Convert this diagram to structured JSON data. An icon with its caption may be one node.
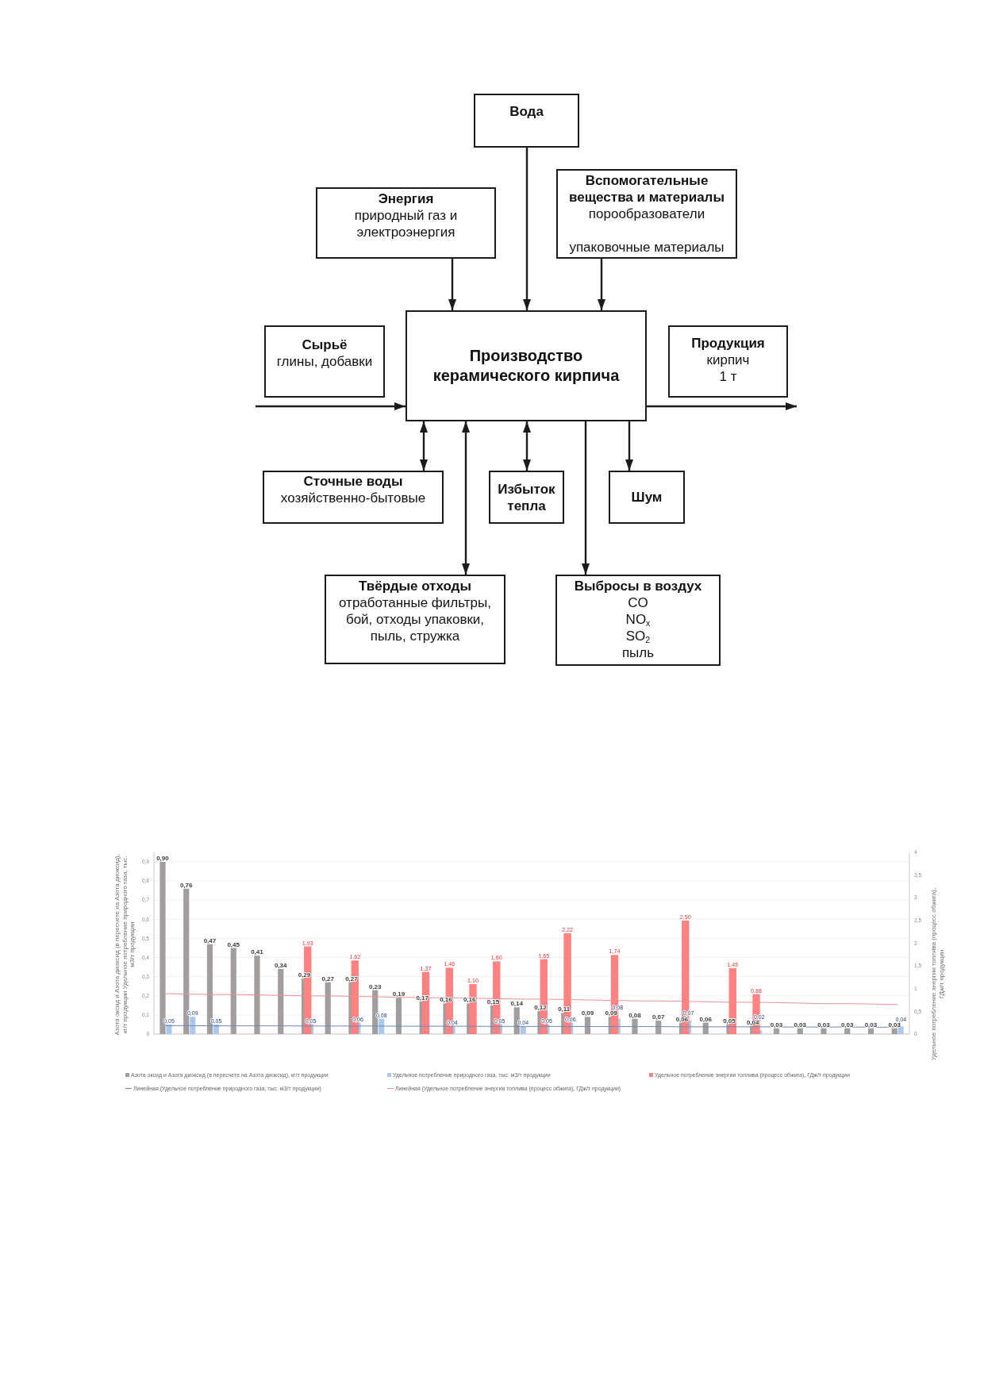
{
  "diagram": {
    "nodes": [
      {
        "text": [
          "Вода"
        ]
      },
      {
        "text": [
          "Энергия",
          "природный газ и электроэнергия"
        ]
      },
      {
        "text": [
          "Вспомогательные вещества и материалы",
          "порообразователи",
          "упаковочные материалы"
        ]
      },
      {
        "text": [
          "Сырьё",
          "глины, добавки"
        ]
      },
      {
        "text": [
          "Производство керамического кирпича"
        ]
      },
      {
        "text": [
          "Продукция",
          "кирпич 1 т"
        ]
      },
      {
        "text": [
          "Сточные воды",
          "хозяйственно-бытовые"
        ]
      },
      {
        "text": [
          "Избыток тепла"
        ]
      },
      {
        "text": [
          "Шум"
        ]
      },
      {
        "text": [
          "Твёрдые отходы",
          "отработанные фильтры, бой, отходы упаковки, пыль, стружка"
        ]
      },
      {
        "text": [
          "Выбросы в воздух",
          "CO",
          "NO$_{x}$",
          "SO$_{2}$",
          "пыль"
        ]
      }
    ],
    "edges": [
      {
        "from": 0,
        "to": 4,
        "arrow": "to"
      },
      {
        "from": 1,
        "to": 4,
        "arrow": "to"
      },
      {
        "from": 2,
        "to": 4,
        "arrow": "to"
      },
      {
        "from": 3,
        "to": 4,
        "arrow": "to"
      },
      {
        "from": 4,
        "to": 5,
        "arrow": "to"
      },
      {
        "from": 4,
        "to": 6,
        "arrow": "both"
      },
      {
        "from": 4,
        "to": 9,
        "arrow": "both"
      },
      {
        "from": 4,
        "to": 7,
        "arrow": "both"
      },
      {
        "from": 4,
        "to": 10,
        "arrow": "to"
      },
      {
        "from": 4,
        "to": 8,
        "arrow": "to"
      }
    ],
    "chart_data": {
      "type": "bar",
      "grid": true,
      "legend": "bottom",
      "ylabel": "Азота оксид и Азота диоксид (в пересчете на Азота диоксид), кг/т продукции Удельное потребление природного газа, тыс. м3/т продукции",
      "ylim": [
        0,
        0.95
      ],
      "yticks": [
        0,
        {
          "value": 0.1,
          "label": "0,1"
        },
        {
          "value": 0.2,
          "label": "0,2"
        },
        {
          "value": 0.3,
          "label": "0,3"
        },
        {
          "value": 0.4,
          "label": "0,4"
        },
        {
          "value": 0.5,
          "label": "0,5"
        },
        {
          "value": 0.6,
          "label": "0,6"
        },
        {
          "value": 0.7,
          "label": "0,7"
        },
        {
          "value": 0.8,
          "label": "0,8"
        },
        {
          "value": 0.9,
          "label": "0,9"
        }
      ],
      "y2label": "Удельное потребление энергии топлива (процесс обжига), ГДж/т продукции",
      "y2lim": [
        0,
        4
      ],
      "y2ticks": [
        0,
        {
          "value": 0.5,
          "label": "0,5"
        },
        1,
        {
          "value": 1.5,
          "label": "1,5"
        },
        2,
        {
          "value": 2.5,
          "label": "2,5"
        },
        3,
        {
          "value": 3.5,
          "label": "3,5"
        },
        4
      ],
      "series": [
        {
          "name": "Азота оксид и Азота диоксид (в пересчете на Азота диоксид), кг/т продукции",
          "color": "#a39e9e",
          "values": [
            0.9,
            0.76,
            0.47,
            0.45,
            0.41,
            0.34,
            0.29,
            0.27,
            0.27,
            0.23,
            0.19,
            0.17,
            0.16,
            0.16,
            0.15,
            0.14,
            0.12,
            0.11,
            0.09,
            0.09,
            0.08,
            0.07,
            0.06,
            0.06,
            0.05,
            0.04,
            0.03,
            0.03,
            0.03,
            0.03,
            0.03,
            0.03
          ],
          "value_labels": [
            "0,90",
            "0,76",
            "0,47",
            "0,45",
            "0,41",
            "0,34",
            "0,29",
            "0,27",
            "0,27",
            "0,23",
            "0,19",
            "0,17",
            "0,16",
            "0,16",
            "0,15",
            "0,14",
            "0,12",
            "0,11",
            "0,09",
            "0,09",
            "0,08",
            "0,07",
            "0,06",
            "0,06",
            "0,05",
            "0,04",
            "0,03",
            "0,03",
            "0,03",
            "0,03",
            "0,03",
            "0,03"
          ]
        },
        {
          "name": "Удельное потребление природного газа, тыс. м3/т продукции",
          "color": "#a9c9ec",
          "values": [
            0.05,
            0.09,
            0.05,
            null,
            null,
            null,
            0.05,
            null,
            0.06,
            0.08,
            null,
            null,
            0.04,
            null,
            0.05,
            0.04,
            0.05,
            0.06,
            null,
            0.08,
            null,
            null,
            0.07,
            null,
            null,
            0.02,
            null,
            null,
            null,
            null,
            null,
            0.04
          ],
          "value_labels": [
            "0,05",
            "0,09",
            "0,05",
            null,
            null,
            null,
            "0,05",
            null,
            "0,06",
            "0,08",
            null,
            null,
            "0,04",
            null,
            "0,05",
            "0,04",
            "0,05",
            "0,06",
            null,
            "0,08",
            null,
            null,
            "0,07",
            null,
            null,
            "0,02",
            null,
            null,
            null,
            null,
            null,
            "0,04"
          ]
        },
        {
          "name": "Удельное потребление энергии топлива (процесс обжига), ГДж/т продукции",
          "color": "#ff8282",
          "axis": "y2",
          "values": [
            null,
            null,
            null,
            null,
            null,
            null,
            1.93,
            null,
            1.62,
            null,
            null,
            1.37,
            1.46,
            1.1,
            1.6,
            null,
            1.65,
            2.22,
            null,
            1.74,
            null,
            null,
            2.5,
            null,
            1.45,
            0.88,
            null,
            null,
            null,
            null,
            null,
            null
          ],
          "value_labels": [
            null,
            null,
            null,
            null,
            null,
            null,
            "1,93",
            null,
            "1,62",
            null,
            null,
            "1,37",
            "1,46",
            "1,10",
            "1,60",
            null,
            "1,65",
            "2,22",
            null,
            "1,74",
            null,
            null,
            "2,50",
            null,
            "1,45",
            "0,88",
            null,
            null,
            null,
            null,
            null,
            null
          ]
        },
        {
          "name": "Линейная (Удельное потребление природного газа, тыс. м3/т продукции)",
          "color": "#6a87bb",
          "type": "line",
          "values": [
            0.044,
            0.044,
            0.043,
            0.043,
            0.043,
            0.043,
            0.042,
            0.042,
            0.042,
            0.042,
            0.041,
            0.041,
            0.041,
            0.041,
            0.04,
            0.04,
            0.04,
            0.04,
            0.039,
            0.039,
            0.039,
            0.039,
            0.038,
            0.038,
            0.038,
            0.038,
            0.037,
            0.037,
            0.037,
            0.037,
            0.036,
            0.036
          ]
        },
        {
          "name": "Линейная (Удельное потребление энергии топлива (процесс обжига), ГДж/т продукции)",
          "color": "#ef8f8f",
          "type": "line",
          "axis": "y2",
          "values": [
            0.89,
            0.88,
            0.87,
            0.87,
            0.86,
            0.85,
            0.84,
            0.84,
            0.83,
            0.82,
            0.81,
            0.8,
            0.8,
            0.79,
            0.78,
            0.77,
            0.77,
            0.76,
            0.75,
            0.74,
            0.73,
            0.73,
            0.72,
            0.71,
            0.7,
            0.7,
            0.69,
            0.68,
            0.67,
            0.67,
            0.66,
            0.65
          ]
        }
      ]
    }
  }
}
